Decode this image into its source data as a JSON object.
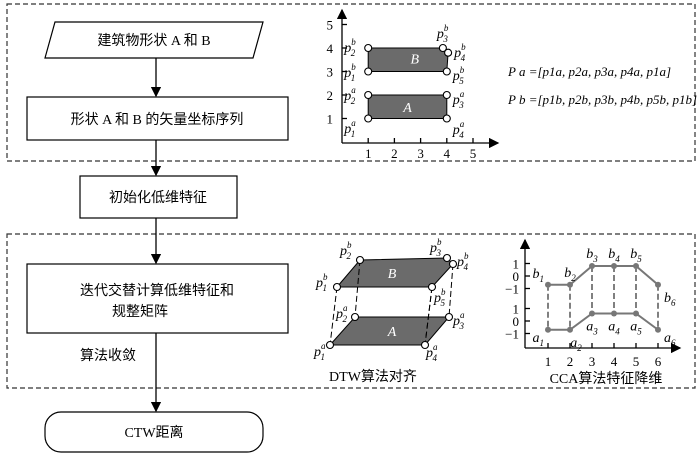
{
  "flow": {
    "input": "建筑物形状 A 和 B",
    "vectorize": "形状 A 和 B 的矢量坐标序列",
    "init": "初始化低维特征",
    "iterate_line1": "迭代交替计算低维特征和",
    "iterate_line2": "规整矩阵",
    "converge": "算法收敛",
    "output": "CTW距离"
  },
  "shape_plot": {
    "x_ticks": [
      "1",
      "2",
      "3",
      "4",
      "5"
    ],
    "y_ticks": [
      "1",
      "2",
      "3",
      "4",
      "5"
    ],
    "shape_a_label": "A",
    "shape_b_label": "B",
    "shape_a": [
      {
        "sub": "1",
        "x": 1,
        "y": 1
      },
      {
        "sub": "2",
        "x": 1,
        "y": 2
      },
      {
        "sub": "3",
        "x": 4,
        "y": 2
      },
      {
        "sub": "4",
        "x": 4,
        "y": 1
      }
    ],
    "shape_b": [
      {
        "sub": "1",
        "x": 1,
        "y": 3
      },
      {
        "sub": "2",
        "x": 1,
        "y": 4
      },
      {
        "sub": "3",
        "x": 3.85,
        "y": 4
      },
      {
        "sub": "4",
        "x": 4.05,
        "y": 3.8
      },
      {
        "sub": "5",
        "x": 4,
        "y": 3
      }
    ],
    "formula_a": "P a =[p1a, p2a, p3a, p4a, p1a]",
    "formula_b": "P b =[p1b, p2b, p3b, p4b, p5b, p1b]"
  },
  "dtw": {
    "caption": "DTW算法对齐",
    "label_a": "A",
    "label_b": "B"
  },
  "cca": {
    "caption": "CCA算法特征降维",
    "x_ticks": [
      "1",
      "2",
      "3",
      "4",
      "5",
      "6"
    ],
    "y_ticks_b": [
      "1",
      "0",
      "−1"
    ],
    "y_ticks_a": [
      "1",
      "0",
      "−1"
    ],
    "series_b": {
      "name": "b",
      "values": [
        -0.7,
        -0.7,
        0.8,
        0.8,
        0.8,
        -0.7
      ]
    },
    "series_a": {
      "name": "a",
      "values": [
        -0.7,
        -0.7,
        0.6,
        0.6,
        0.6,
        -0.7
      ]
    }
  }
}
